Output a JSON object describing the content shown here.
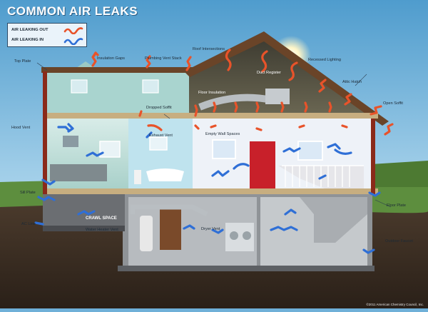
{
  "title": "COMMON AIR LEAKS",
  "legend": {
    "out_label": "AIR LEAKING OUT",
    "in_label": "AIR LEAKING IN"
  },
  "colors": {
    "sky_top": "#5ea6d4",
    "sky_bottom": "#bfe0f0",
    "ground": "#3f2f23",
    "grass": "#5a8a3a",
    "leak_out": "#e8532a",
    "leak_in": "#2f6fd6",
    "roof": "#5a3a24",
    "wall_frame": "#d8d8c8",
    "door": "#c8202a"
  },
  "labels": {
    "top_plate": "Top Plate",
    "insulation_gaps": "Insulation Gaps",
    "plumbing_vent_stack": "Plumbing Vent Stack",
    "roof_intersections": "Roof Intersections",
    "recessed_lighting": "Recessed Lighting",
    "duct_register": "Duct Register",
    "attic_hatch": "Attic Hatch",
    "floor_insulation": "Floor Insulation",
    "open_soffit": "Open Soffit",
    "dropped_soffit": "Dropped Soffit",
    "hood_vent": "Hood Vent",
    "exhaust_vent": "Exhaust Vent",
    "empty_wall_spaces": "Empty Wall Spaces",
    "sill_plate": "Sill Plate",
    "crawl_space": "CRAWL SPACE",
    "ac_line": "AC Line",
    "water_heater_vent": "Water Heater Vent",
    "dryer_vent": "Dryer Vent",
    "floor_plate": "Floor Plate",
    "outdoor_faucet": "Outdoor Faucet"
  },
  "copyright": "©2011 American Chemistry Council, Inc."
}
